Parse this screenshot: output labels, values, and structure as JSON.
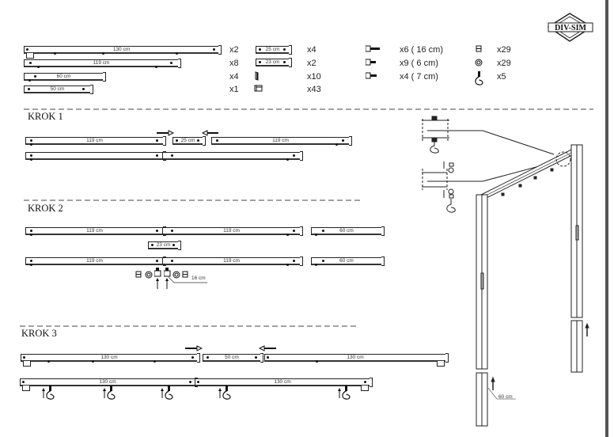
{
  "logo": "DIV-SIM",
  "parts": {
    "beams": [
      {
        "label": "130 cm",
        "qty": "x2"
      },
      {
        "label": "119 cm",
        "qty": "x8"
      },
      {
        "label": "60 cm",
        "qty": "x4"
      },
      {
        "label": "50 cm",
        "qty": "x1"
      }
    ],
    "connectors": [
      {
        "label": "25 cm",
        "qty": "x4"
      },
      {
        "label": "23 cm",
        "qty": "x2"
      },
      {
        "icon": "clip-icon",
        "qty": "x10"
      },
      {
        "icon": "end-cap-icon",
        "qty": "x43"
      }
    ],
    "bolts": [
      {
        "icon": "long-bolt-icon",
        "qty": "x6 (  16 cm)"
      },
      {
        "icon": "short-bolt-icon",
        "qty": "x9 (  6 cm)"
      },
      {
        "icon": "medium-bolt-icon",
        "qty": "x4 (  7 cm)"
      }
    ],
    "hardware": [
      {
        "icon": "nut-icon",
        "qty": "x29"
      },
      {
        "icon": "washer-icon",
        "qty": "x29"
      },
      {
        "icon": "hook-icon",
        "qty": "x5"
      }
    ]
  },
  "steps": [
    {
      "title": "KROK 1",
      "labels": [
        "119 cm",
        "25 cm",
        "119 cm"
      ]
    },
    {
      "title": "KROK 2",
      "labels": [
        "119 cm",
        "119 cm",
        "60 cm",
        "23 cm",
        "119 cm",
        "119 cm",
        "60 cm",
        "16 cm"
      ]
    },
    {
      "title": "KROK 3",
      "labels": [
        "130 cm",
        "50 cm",
        "130 cm",
        "130 cm",
        "130 cm"
      ]
    }
  ],
  "figure": {
    "leg_label": "60 cm"
  }
}
